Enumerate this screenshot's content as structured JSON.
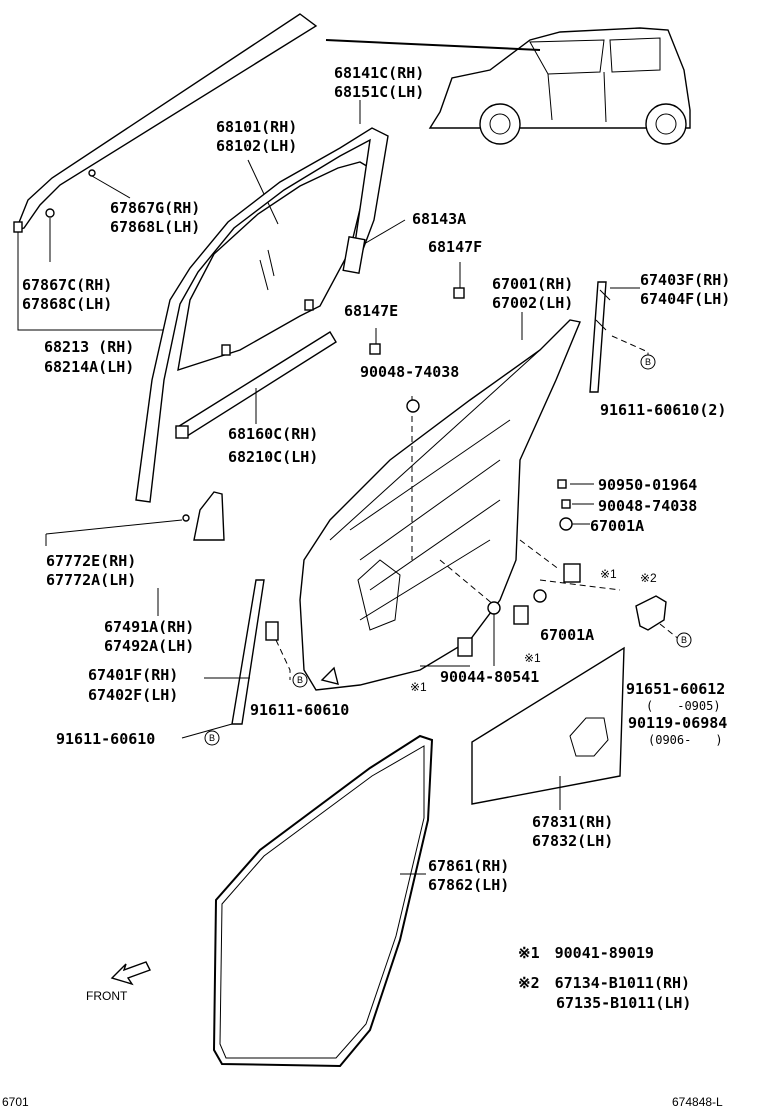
{
  "labels": {
    "l68141": "68141C(RH)",
    "l68151": "68151C(LH)",
    "l68101": "68101(RH)",
    "l68102": "68102(LH)",
    "l67867g": "67867G(RH)",
    "l67868l": "67868L(LH)",
    "l68143a": "68143A",
    "l68147f": "68147F",
    "l67867c": "67867C(RH)",
    "l67868c": "67868C(LH)",
    "l67001": "67001(RH)",
    "l67002": "67002(LH)",
    "l67403f": "67403F(RH)",
    "l67404f": "67404F(LH)",
    "l68147e": "68147E",
    "l68213": "68213 (RH)",
    "l68214a": "68214A(LH)",
    "l90048a": "90048-74038",
    "l91611b": "91611-60610(2)",
    "l68160c": "68160C(RH)",
    "l68210c": "68210C(LH)",
    "l90950": "90950-01964",
    "l90048b": "90048-74038",
    "l67001a1": "67001A",
    "l67772e": "67772E(RH)",
    "l67772a": "67772A(LH)",
    "l67491a": "67491A(RH)",
    "l67492a": "67492A(LH)",
    "l67001a2": "67001A",
    "l67401f": "67401F(RH)",
    "l67402f": "67402F(LH)",
    "l91611c": "91611-60610",
    "l90044": "90044-80541",
    "l91651": "91651-60612",
    "l0905": "(　　-0905)",
    "l90119": "90119-06984",
    "l0906": "(0906-　　)",
    "l91611d": "91611-60610",
    "l67831": "67831(RH)",
    "l67832": "67832(LH)",
    "l67861": "67861(RH)",
    "l67862": "67862(LH)",
    "note1": "※1　90041-89019",
    "note2a": "※2　67134-B1011(RH)",
    "note2b": "67135-B1011(LH)",
    "mark1a": "※1",
    "mark2": "※2",
    "mark1b": "※1",
    "mark1c": "※1",
    "front": "FRONT",
    "page_left": "6701",
    "page_right": "674848-L",
    "bubble_b": "B"
  }
}
